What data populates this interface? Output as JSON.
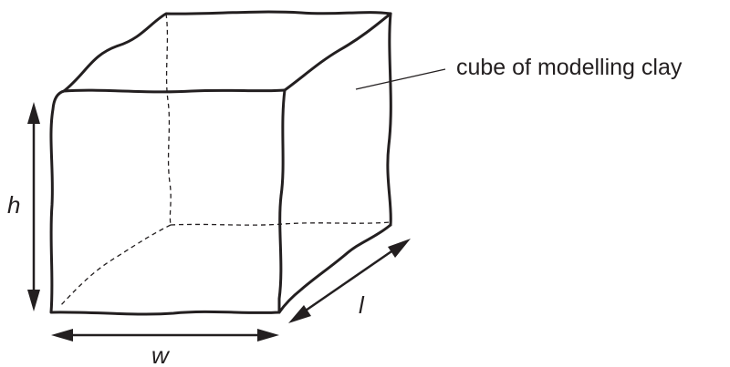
{
  "labels": {
    "object": "cube of modelling clay",
    "height": "h",
    "width": "w",
    "length": "l"
  },
  "colors": {
    "ink": "#231f20",
    "background": "#ffffff"
  }
}
